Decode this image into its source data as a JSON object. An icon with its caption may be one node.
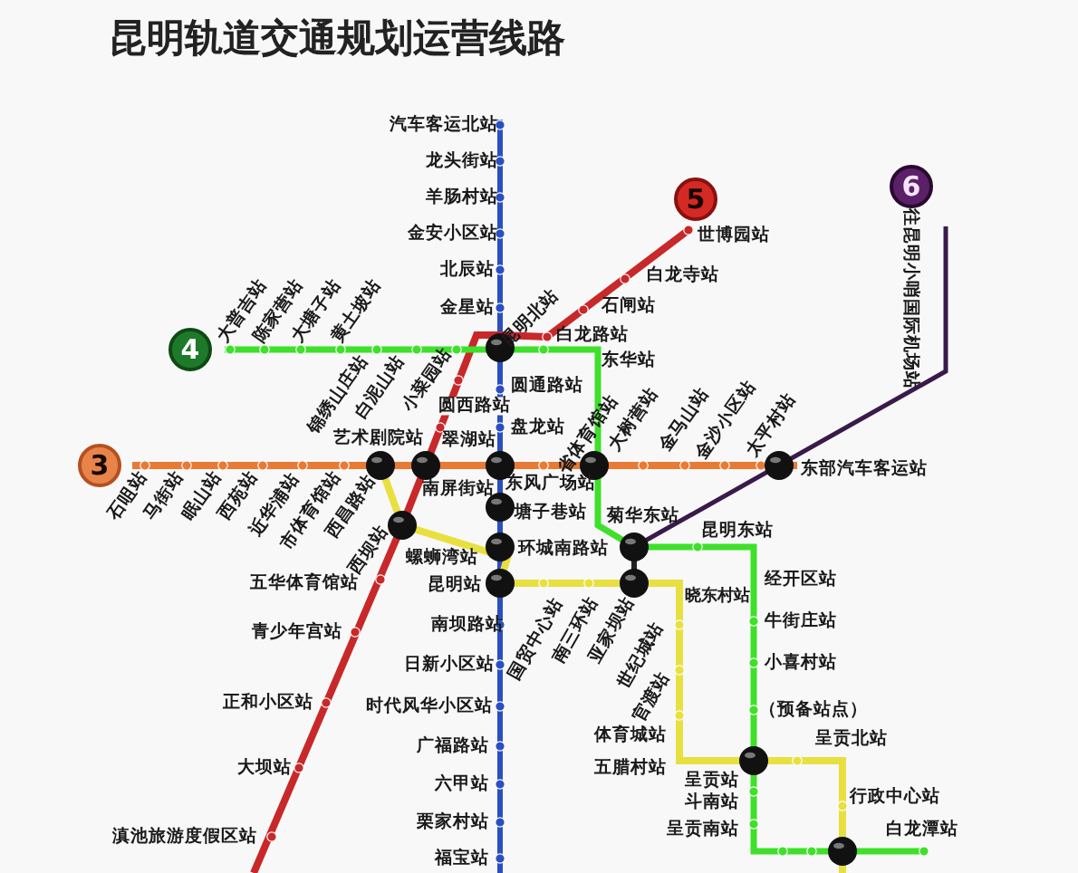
{
  "diagram": {
    "title": "昆明轨道交通规划运营线路",
    "nodes": [
      {
        "text": [
          "5"
        ]
      },
      {
        "text": [
          "6"
        ]
      },
      {
        "text": [
          "4"
        ]
      },
      {
        "text": [
          "3"
        ]
      }
    ],
    "labels": [
      "汽车客运北站",
      "龙头街站",
      "羊肠村站",
      "金安小区站",
      "北辰站",
      "世博园站",
      "白龙寺站",
      "金星站",
      "石闸站",
      "大普吉站",
      "陈家营站",
      "大塘子站",
      "黄土坡站",
      "昆明北站",
      "白龙路站",
      "东华站",
      "往昆明小哨国际机场站",
      "锦绣山庄站",
      "白泥山站",
      "小菜园站",
      "圆通路站",
      "圆西路站",
      "盘龙站",
      "省体育馆站",
      "大树营站",
      "金马山站",
      "金沙小区站",
      "太平村站",
      "艺术剧院站",
      "翠湖站",
      "东部汽车客运站",
      "石咀站",
      "马街站",
      "眠山站",
      "西苑站",
      "近华浦站",
      "市体育馆站",
      "西昌路站",
      "南屏街站",
      "东风广场站",
      "塘子巷站",
      "菊华东站",
      "昆明东站",
      "西坝站",
      "环城南路站",
      "螺蛳湾站",
      "五华体育馆站",
      "昆明站",
      "晓东村站",
      "经开区站",
      "青少年宫站",
      "南坝路站",
      "国贸中心站",
      "南三环站",
      "亚家坝站",
      "牛街庄站",
      "日新小区站",
      "世纪城站",
      "小喜村站",
      "正和小区站",
      "时代风华小区站",
      "官渡站",
      "（预备站点）",
      "广福路站",
      "体育城站",
      "呈贡北站",
      "大坝站",
      "五腊村站",
      "六甲站",
      "呈贡站",
      "斗南站",
      "行政中心站",
      "滇池旅游度假区站",
      "栗家村站",
      "呈贡南站",
      "白龙潭站",
      "福宝站"
    ]
  }
}
